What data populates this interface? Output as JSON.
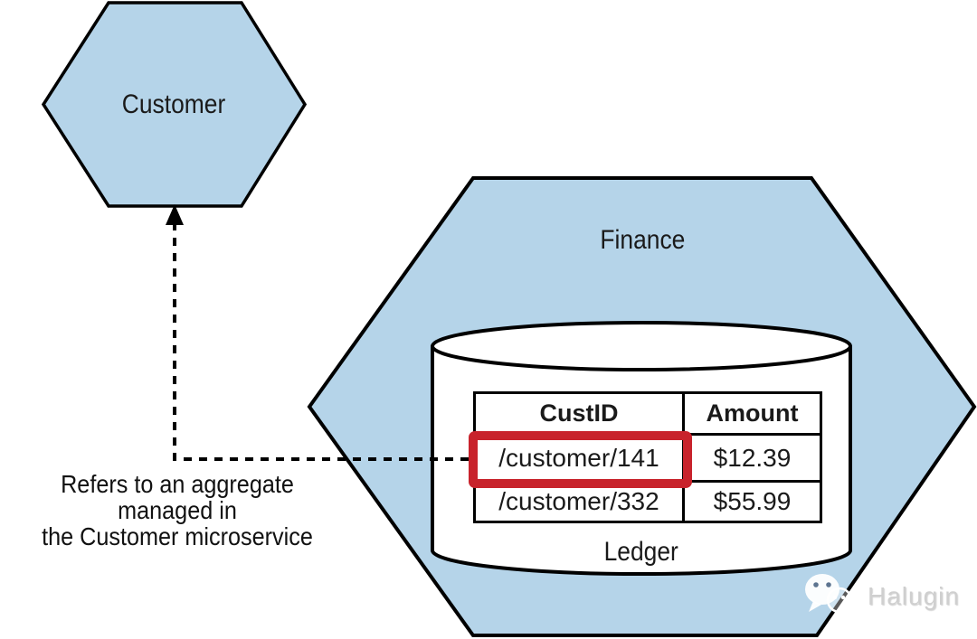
{
  "diagram": {
    "customer_hexagon": {
      "label": "Customer"
    },
    "finance_hexagon": {
      "label": "Finance"
    },
    "database": {
      "label": "Ledger"
    },
    "table": {
      "headers": [
        "CustID",
        "Amount"
      ],
      "rows": [
        {
          "cust_id": "/customer/141",
          "amount": "$12.39",
          "highlighted": true
        },
        {
          "cust_id": "/customer/332",
          "amount": "$55.99",
          "highlighted": false
        }
      ]
    },
    "annotation": {
      "line1": "Refers to an aggregate managed in",
      "line2": "the Customer microservice"
    },
    "colors": {
      "hexagon_fill": "#b5d4e9",
      "outline": "#000000",
      "highlight_red": "#c8232c"
    }
  },
  "watermark": {
    "label": "Halugin",
    "icon": "wechat-icon"
  }
}
